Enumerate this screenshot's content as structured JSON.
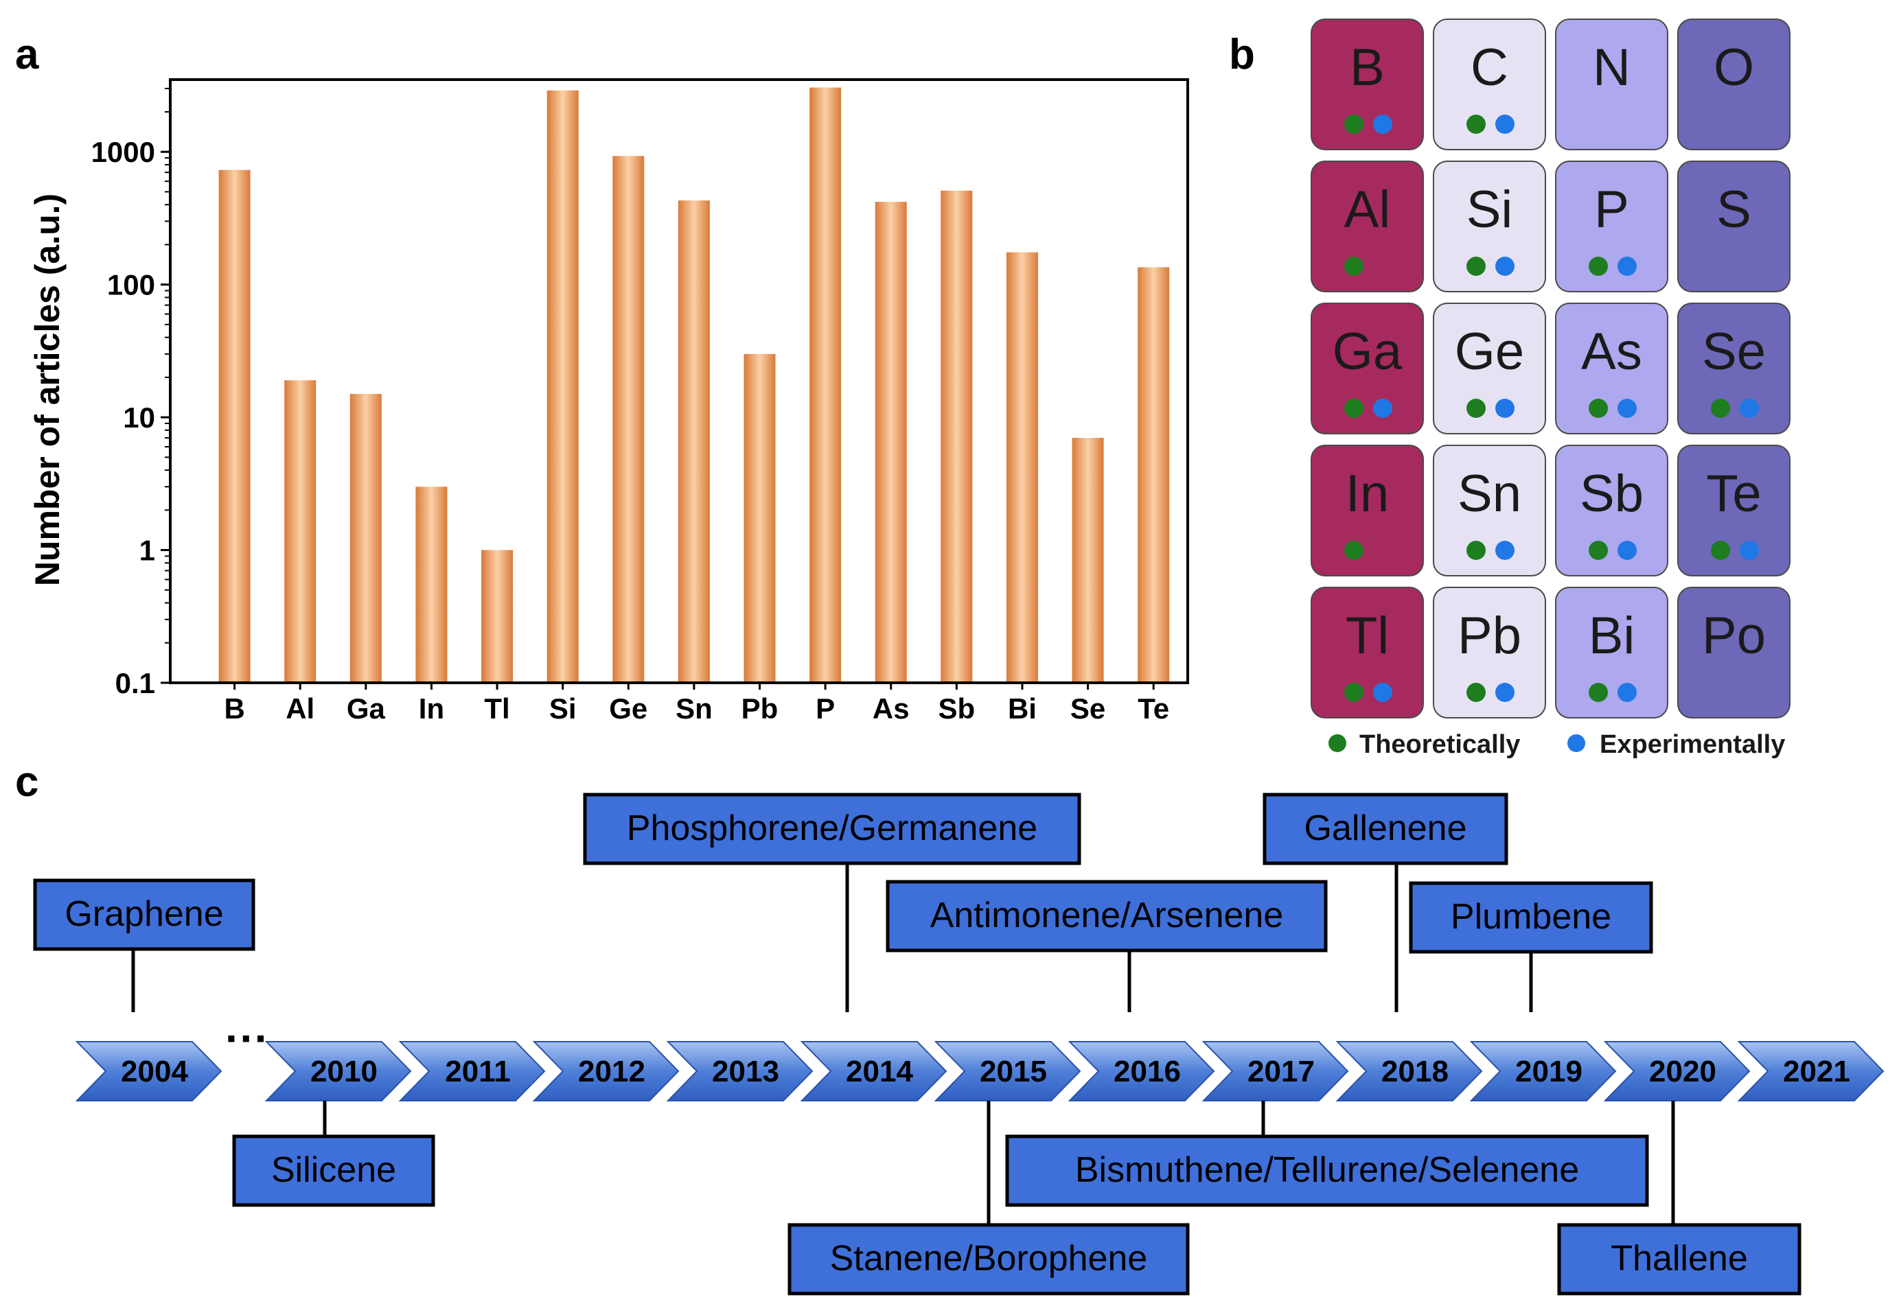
{
  "panels": {
    "a": "a",
    "b": "b",
    "c": "c"
  },
  "chart_data": {
    "type": "bar",
    "ylabel": "Number of articles (a.u.)",
    "yscale": "log",
    "ylim": [
      0.1,
      3500
    ],
    "yticks": [
      0.1,
      1,
      10,
      100,
      1000
    ],
    "ytick_labels": [
      "0.1",
      "1",
      "10",
      "100",
      "1000"
    ],
    "categories": [
      "B",
      "Al",
      "Ga",
      "In",
      "Tl",
      "Si",
      "Ge",
      "Sn",
      "Pb",
      "P",
      "As",
      "Sb",
      "Bi",
      "Se",
      "Te"
    ],
    "values": [
      730,
      19,
      15,
      3,
      1,
      2900,
      930,
      430,
      30,
      3050,
      420,
      510,
      175,
      7,
      135
    ],
    "bar_color": "#e8955a"
  },
  "periodic_table": {
    "columns": [
      {
        "color": "#a62a5e",
        "text_color": "#1a1a1a",
        "elements": [
          "B",
          "Al",
          "Ga",
          "In",
          "Tl"
        ]
      },
      {
        "color": "#e6e2f4",
        "text_color": "#1a1a1a",
        "elements": [
          "C",
          "Si",
          "Ge",
          "Sn",
          "Pb"
        ]
      },
      {
        "color": "#aea8ee",
        "text_color": "#1a1a1a",
        "elements": [
          "N",
          "P",
          "As",
          "Sb",
          "Bi"
        ]
      },
      {
        "color": "#6d68b8",
        "text_color": "#1a1a1a",
        "elements": [
          "O",
          "S",
          "Se",
          "Te",
          "Po"
        ]
      }
    ],
    "markers": {
      "B": [
        "theory",
        "experiment"
      ],
      "C": [
        "theory",
        "experiment"
      ],
      "N": [],
      "O": [],
      "Al": [
        "theory"
      ],
      "Si": [
        "theory",
        "experiment"
      ],
      "P": [
        "theory",
        "experiment"
      ],
      "S": [],
      "Ga": [
        "theory",
        "experiment"
      ],
      "Ge": [
        "theory",
        "experiment"
      ],
      "As": [
        "theory",
        "experiment"
      ],
      "Se": [
        "theory",
        "experiment"
      ],
      "In": [
        "theory"
      ],
      "Sn": [
        "theory",
        "experiment"
      ],
      "Sb": [
        "theory",
        "experiment"
      ],
      "Te": [
        "theory",
        "experiment"
      ],
      "Tl": [
        "theory",
        "experiment"
      ],
      "Pb": [
        "theory",
        "experiment"
      ],
      "Bi": [
        "theory",
        "experiment"
      ],
      "Po": []
    },
    "legend": [
      {
        "key": "theory",
        "label": "Theoretically",
        "color": "#1e7d1e"
      },
      {
        "key": "experiment",
        "label": "Experimentally",
        "color": "#1f78e6"
      }
    ]
  },
  "timeline": {
    "years": [
      "2004",
      "2010",
      "2011",
      "2012",
      "2013",
      "2014",
      "2015",
      "2016",
      "2017",
      "2018",
      "2019",
      "2020",
      "2021"
    ],
    "ellipsis": "···",
    "box_color": "#3f6fd8",
    "events": [
      {
        "label": "Graphene",
        "year": "2004",
        "side": "top"
      },
      {
        "label": "Silicene",
        "year": "2010",
        "side": "bottom"
      },
      {
        "label": "Phosphorene/Germanene",
        "year": "2014",
        "side": "top"
      },
      {
        "label": "Antimonene/Arsenene",
        "year": "2016",
        "side": "top"
      },
      {
        "label": "Stanene/Borophene",
        "year": "2015",
        "side": "bottom"
      },
      {
        "label": "Bismuthene/Tellurene/Selenene",
        "year": "2017",
        "side": "bottom"
      },
      {
        "label": "Gallenene",
        "year": "2018",
        "side": "top"
      },
      {
        "label": "Plumbene",
        "year": "2019",
        "side": "top"
      },
      {
        "label": "Thallene",
        "year": "2020",
        "side": "bottom"
      }
    ]
  }
}
